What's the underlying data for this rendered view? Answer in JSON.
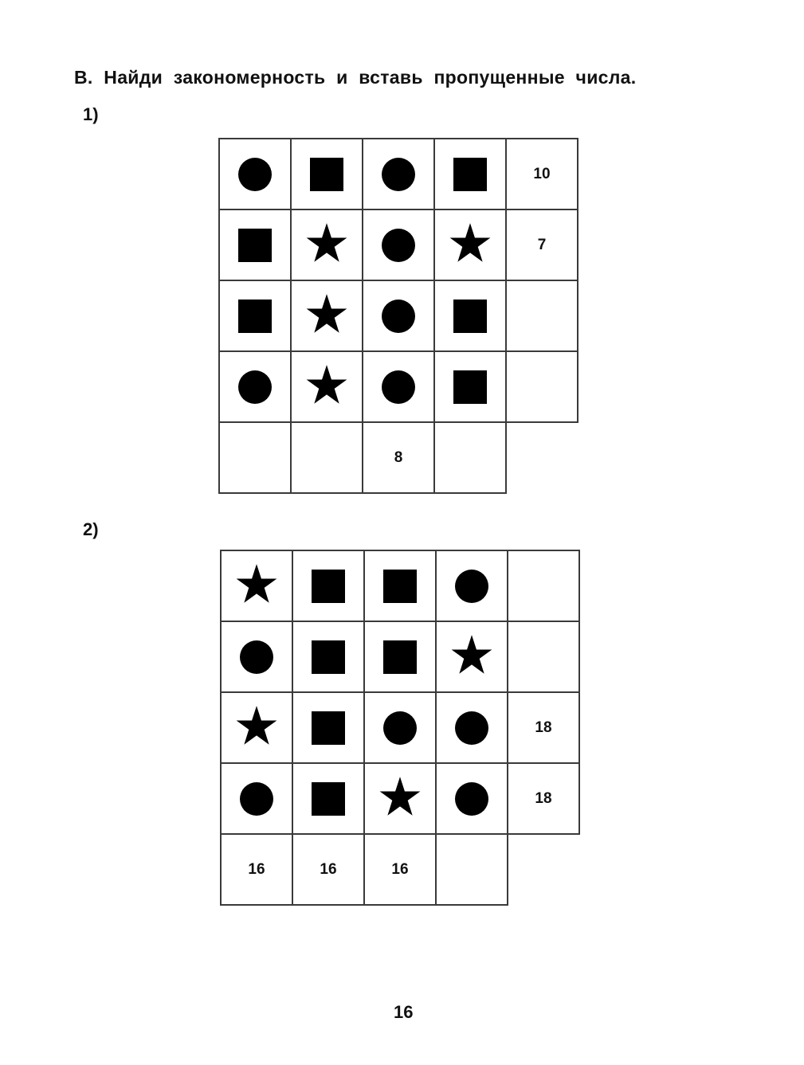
{
  "heading": "В.  Найди закономерность и вставь пропущенные числа.",
  "tasks": [
    {
      "label": "1)",
      "rows": [
        [
          "circle",
          "square",
          "circle",
          "square",
          "10"
        ],
        [
          "square",
          "star",
          "circle",
          "star",
          "7"
        ],
        [
          "square",
          "star",
          "circle",
          "square",
          ""
        ],
        [
          "circle",
          "star",
          "circle",
          "square",
          ""
        ],
        [
          "",
          "",
          "8",
          ""
        ]
      ]
    },
    {
      "label": "2)",
      "rows": [
        [
          "star",
          "square",
          "square",
          "circle",
          ""
        ],
        [
          "circle",
          "square",
          "square",
          "star",
          ""
        ],
        [
          "star",
          "square",
          "circle",
          "circle",
          "18"
        ],
        [
          "circle",
          "square",
          "star",
          "circle",
          "18"
        ],
        [
          "16",
          "16",
          "16",
          ""
        ]
      ]
    }
  ],
  "page_number": "16"
}
